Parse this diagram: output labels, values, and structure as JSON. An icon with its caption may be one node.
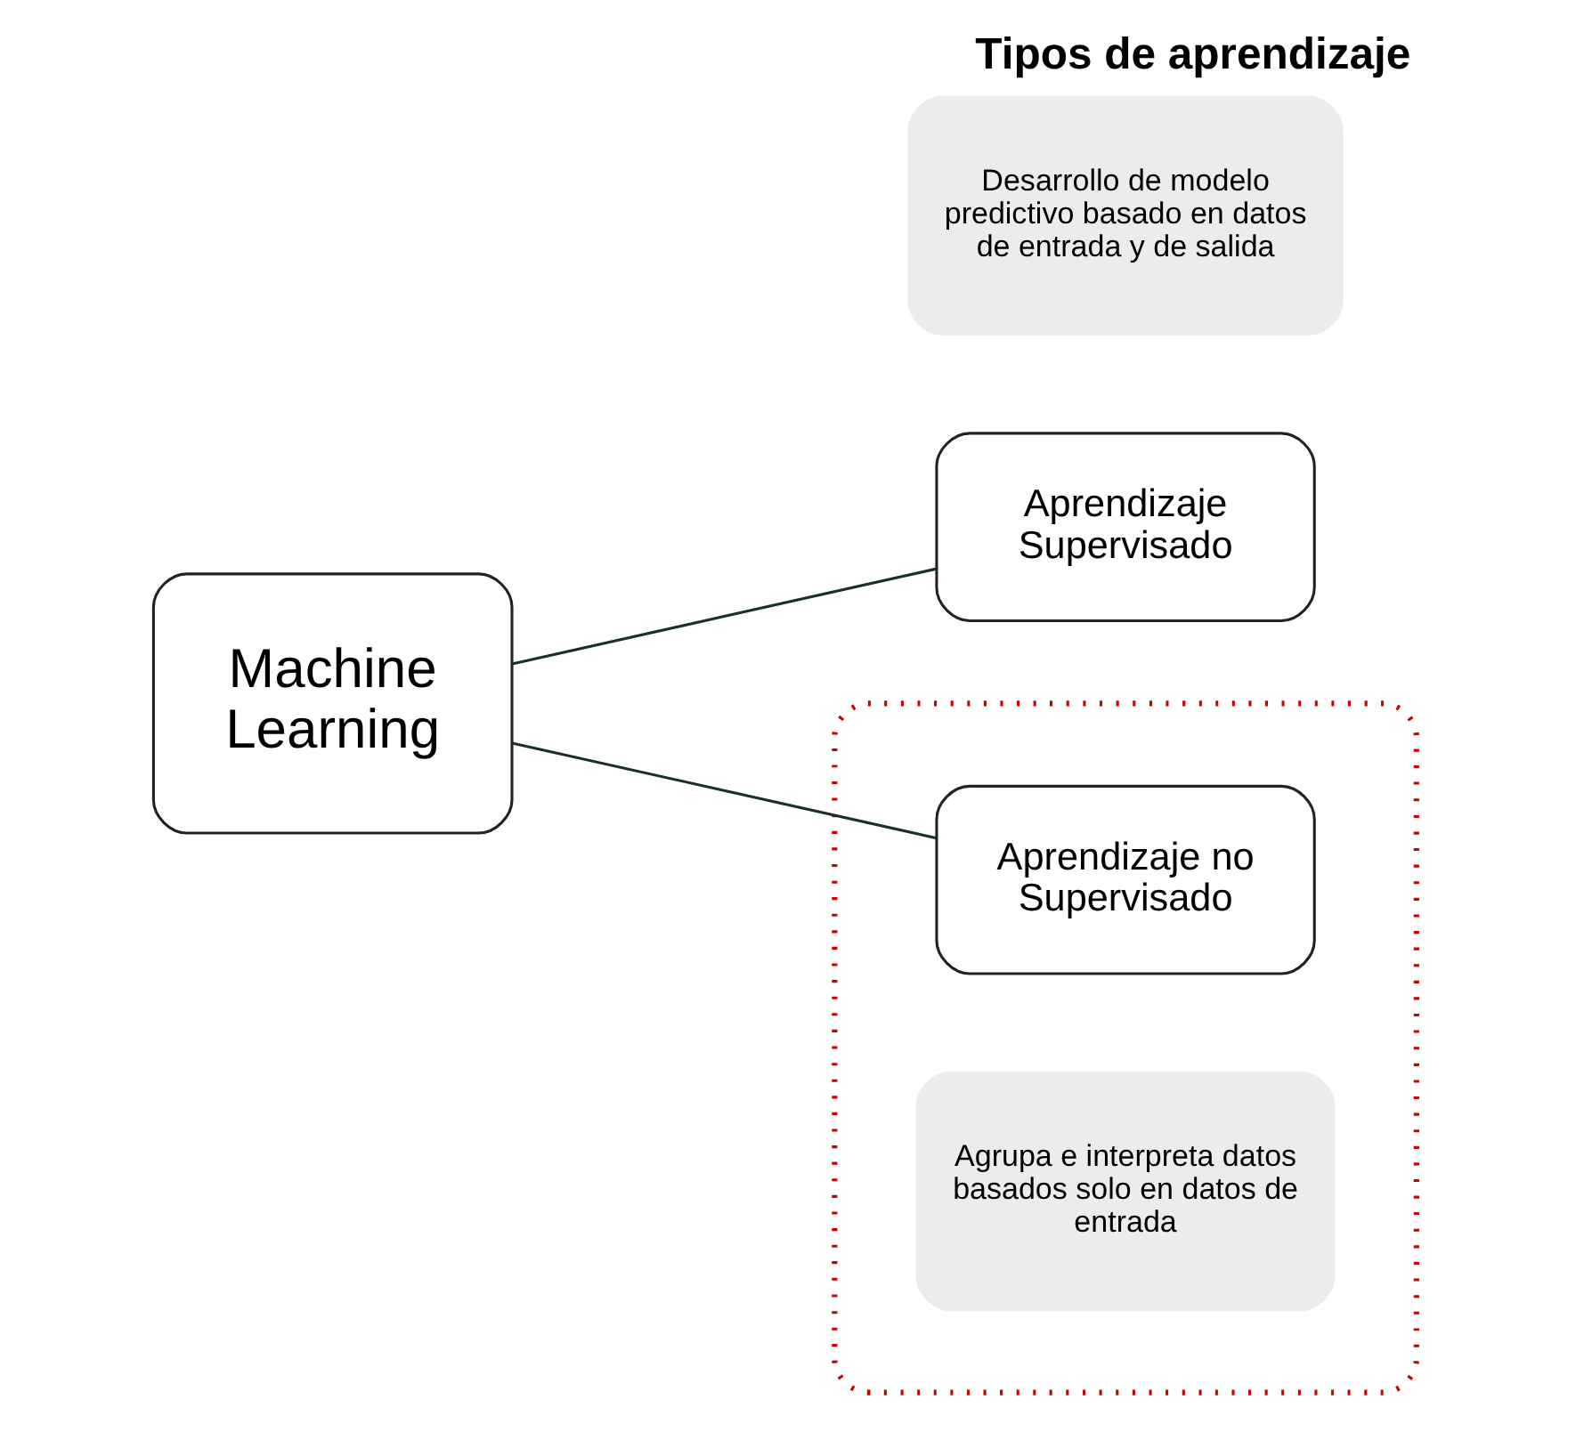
{
  "diagram": {
    "title": "Tipos de aprendizaje",
    "nodes": [
      {
        "text": [
          "Machine Learning"
        ]
      },
      {
        "text": [
          "Aprendizaje Supervisado"
        ]
      },
      {
        "text": [
          "Desarrollo de modelo predictivo basado en datos de entrada y de salida"
        ]
      },
      {
        "text": [],
        "shape": "box"
      },
      {
        "text": [
          "Aprendizaje no Supervisado"
        ],
        "in": 3
      },
      {
        "text": [
          "Agrupa e interpreta datos basados solo en datos de entrada"
        ],
        "in": 3
      }
    ],
    "edges": [
      {
        "from": 0,
        "to": 1,
        "arrow": "none"
      },
      {
        "from": 0,
        "to": 4,
        "arrow": "none"
      }
    ]
  }
}
